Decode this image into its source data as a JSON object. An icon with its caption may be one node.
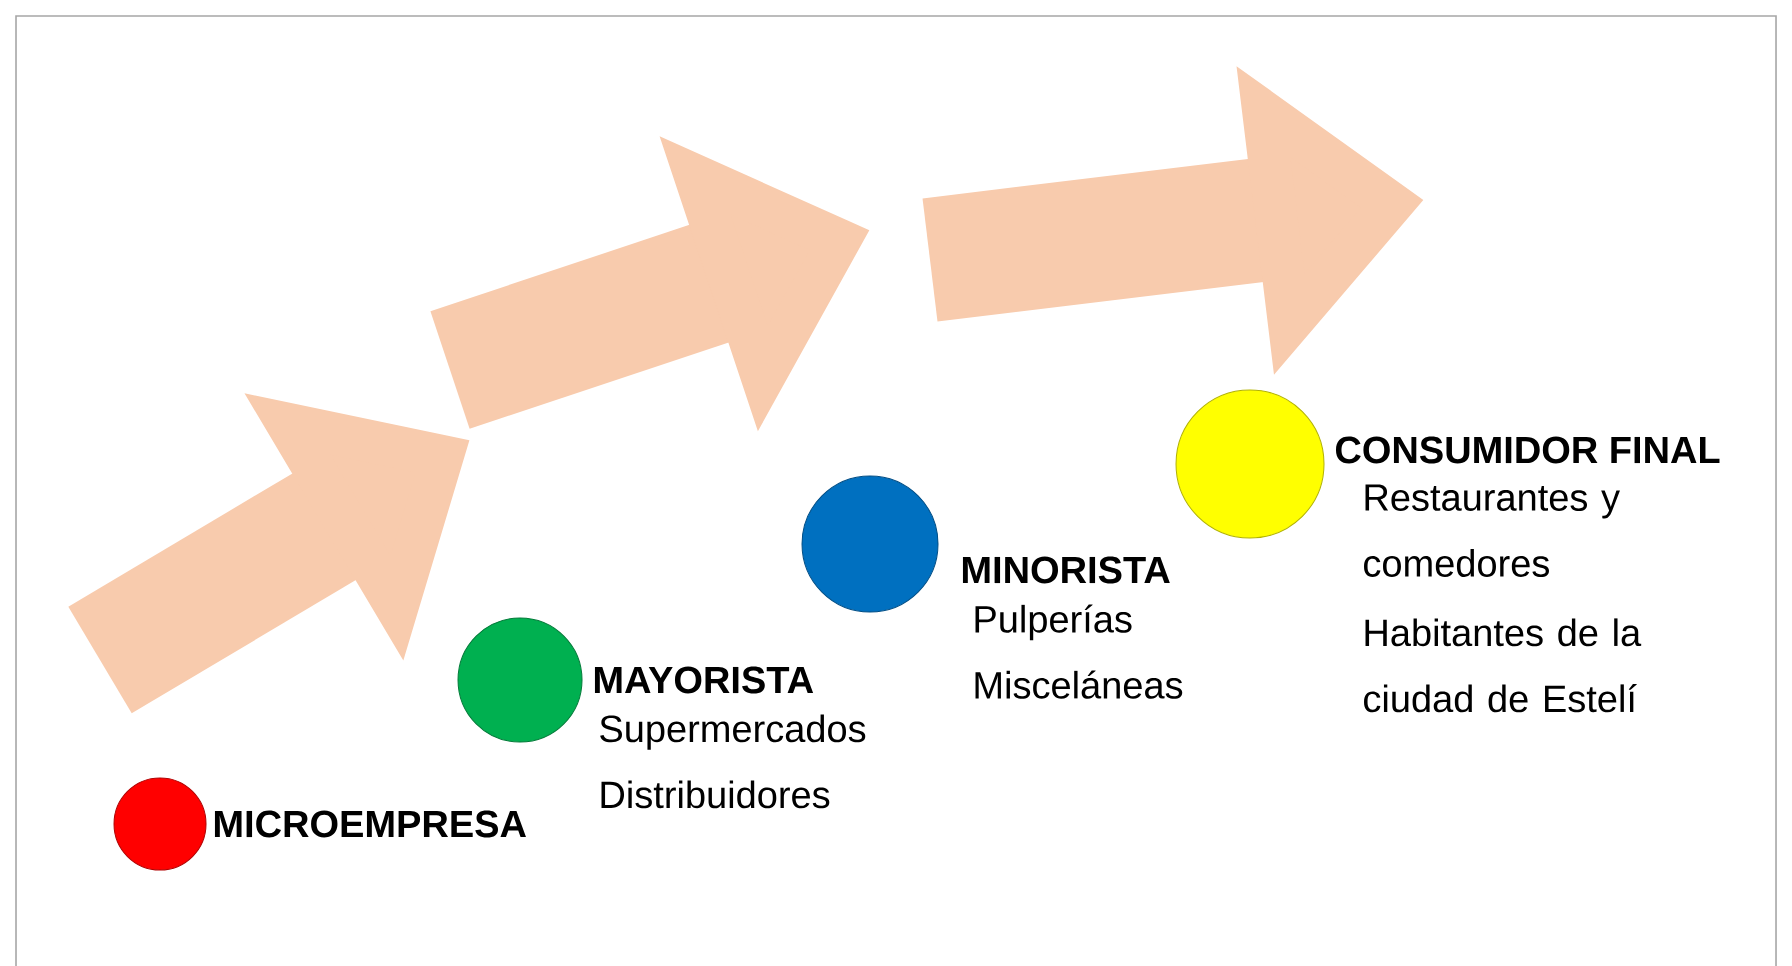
{
  "diagram": {
    "nodes": [
      {
        "text": [
          "MICROEMPRESA"
        ]
      },
      {
        "text": [
          "MAYORISTA",
          "Supermercados Distribuidores"
        ]
      },
      {
        "text": [
          "MINORISTA",
          "Pulperías Misceláneas"
        ]
      },
      {
        "text": [
          "CONSUMIDOR FINAL",
          "Restaurantes y comedores",
          "Habitantes de la ciudad de Estelí"
        ]
      }
    ]
  }
}
